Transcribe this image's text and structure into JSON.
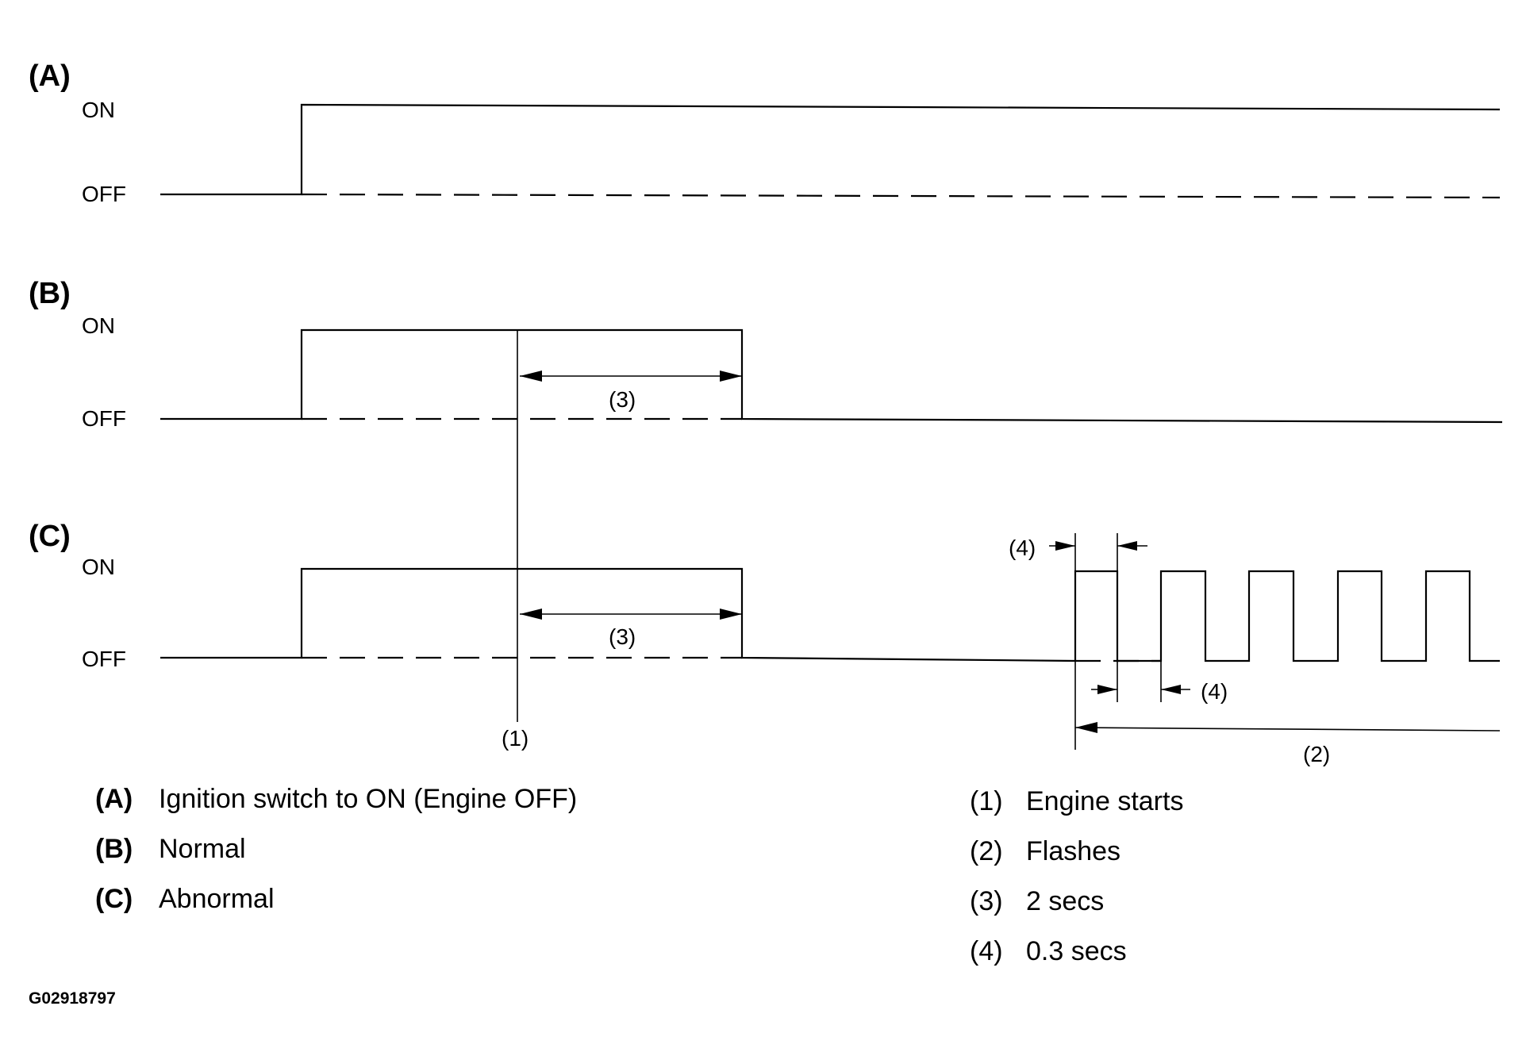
{
  "rows": {
    "a": {
      "label": "(A)",
      "on": "ON",
      "off": "OFF"
    },
    "b": {
      "label": "(B)",
      "on": "ON",
      "off": "OFF"
    },
    "c": {
      "label": "(C)",
      "on": "ON",
      "off": "OFF"
    }
  },
  "callouts": {
    "engine_start": "(1)",
    "flashes": "(2)",
    "two_secs_b": "(3)",
    "two_secs_c": "(3)",
    "point3_on": "(4)",
    "point3_off": "(4)"
  },
  "legend_left": [
    {
      "key": "(A)",
      "text": "Ignition switch to ON (Engine OFF)"
    },
    {
      "key": "(B)",
      "text": "Normal"
    },
    {
      "key": "(C)",
      "text": "Abnormal"
    }
  ],
  "legend_right": [
    {
      "key": "(1)",
      "text": "Engine starts"
    },
    {
      "key": "(2)",
      "text": "Flashes"
    },
    {
      "key": "(3)",
      "text": "2 secs"
    },
    {
      "key": "(4)",
      "text": "0.3 secs"
    }
  ],
  "figure_id": "G02918797"
}
